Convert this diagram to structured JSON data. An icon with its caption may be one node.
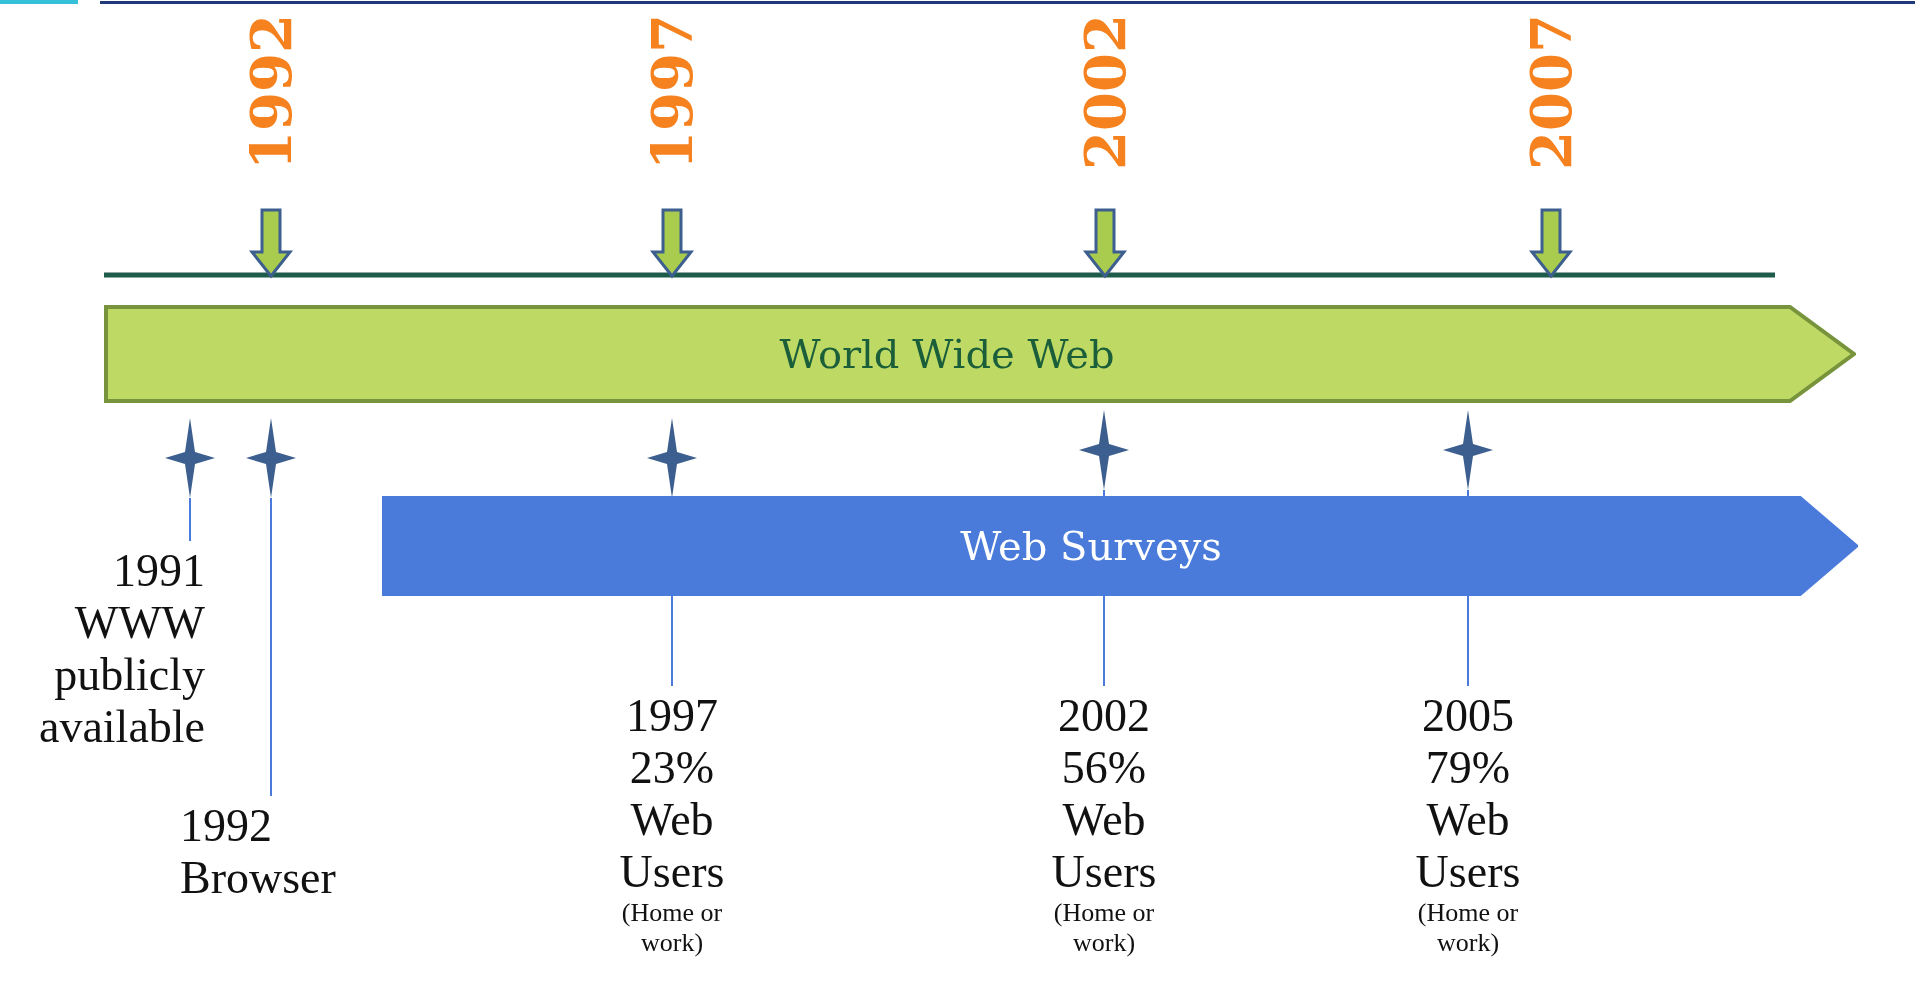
{
  "diagram": {
    "nodes": [
      {
        "text": [
          "World Wide Web"
        ]
      },
      {
        "text": [
          "Web Surveys"
        ]
      },
      {
        "text": [],
        "shape": "star"
      },
      {
        "text": [],
        "shape": "star"
      },
      {
        "text": [],
        "shape": "star"
      },
      {
        "text": [],
        "shape": "star"
      },
      {
        "text": [],
        "shape": "star"
      },
      {
        "text": [
          "1991",
          "WWW publicly available"
        ]
      },
      {
        "text": [
          "1992",
          "Browser"
        ]
      },
      {
        "text": [
          "1997",
          "23%",
          "Web Users",
          "(Home or work)"
        ]
      },
      {
        "text": [
          "2002",
          "56%",
          "Web Users",
          "(Home or work)"
        ]
      },
      {
        "text": [
          "2005",
          "79%",
          "Web Users",
          "(Home or work)"
        ]
      }
    ],
    "edges": [
      {
        "from": 7,
        "to": 2,
        "arrow": "none"
      },
      {
        "from": 8,
        "to": 3,
        "arrow": "none"
      },
      {
        "from": 9,
        "to": 4,
        "arrow": "none"
      },
      {
        "from": 10,
        "to": 5,
        "arrow": "none"
      },
      {
        "from": 11,
        "to": 6,
        "arrow": "none"
      }
    ],
    "labels": [
      "1992",
      "1997",
      "2002",
      "2007"
    ]
  }
}
